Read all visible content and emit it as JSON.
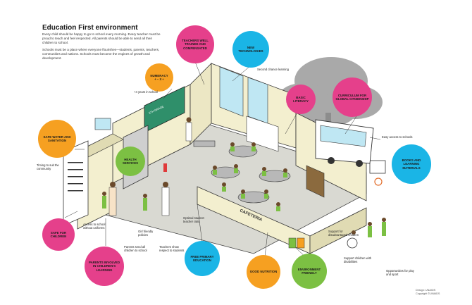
{
  "title": "Education First environment",
  "intro": [
    "Every child should be happy to go to school every morning. Every teacher must be proud to teach and feel respected. All parents should be able to send all their children to school.",
    "Schools must be a place where everyone flourishes—students, parents, teachers, communities and nations. Schools must become the engines of growth and development."
  ],
  "bubbles": {
    "teachers": "Teachers well trained and compensated",
    "technologies": "New technologies",
    "numeracy": "Numeracy",
    "numeracy_sub": "+ − x ÷",
    "literacy": "Basic literacy",
    "citizenship": "Curriculum for global citizenship",
    "water": "Safe water and sanitation",
    "health": "Health services",
    "books": "Books and learning materials",
    "safe": "Safe for children",
    "parents": "Parents involved in children's learning",
    "primary": "Free primary education",
    "nutrition": "Good nutrition",
    "environment": "Environment friendly"
  },
  "notes": {
    "second_chance": "Second chance learning",
    "four_years": "+4 years in school",
    "timing": "Timing to suit the community",
    "easy_access": "Easy access to schools",
    "uniforms": "Access to school without uniforms",
    "girl_friendly": "Girl friendly policies",
    "parents_send": "Parents send all children to school",
    "ratio": "Optimal student-teacher ratio",
    "respect": "Teachers show respect to students",
    "disadvantaged": "Support for disadvantaged children",
    "disabilities": "Support children with disabilities",
    "play": "Opportunities for play and sport"
  },
  "signs": {
    "cafeteria": "CAFETERIA",
    "chalkboard": "5TH GRADE"
  },
  "credit": [
    "Design: UNAIDS",
    "Copyright ©UNAIDS"
  ],
  "colors": {
    "pink": "#e5408b",
    "cyan": "#1ab5e6",
    "orange": "#f6a021",
    "green": "#7cc043",
    "blue": "#2f8fd0",
    "wall": "#f3efcf",
    "floor": "#d7d7d0",
    "glass": "#bfe7f3",
    "board": "#2f8f6a",
    "tree": "#9b9b9b"
  }
}
